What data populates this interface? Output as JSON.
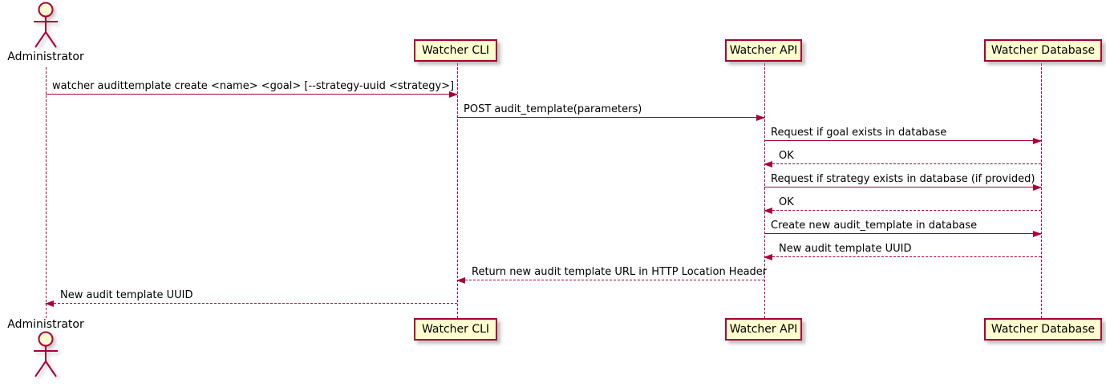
{
  "diagram": {
    "kind": "uml-sequence-diagram",
    "colors": {
      "participant_fill": "#FEFECE",
      "line_and_border": "#A80036",
      "text": "#000000"
    }
  },
  "actor": {
    "name": "Administrator"
  },
  "participants": [
    {
      "name": "Watcher CLI"
    },
    {
      "name": "Watcher API"
    },
    {
      "name": "Watcher Database"
    }
  ],
  "messages": [
    {
      "from": "Administrator",
      "to": "Watcher CLI",
      "style": "solid",
      "text": "watcher audittemplate create <name> <goal> [--strategy-uuid <strategy>]"
    },
    {
      "from": "Watcher CLI",
      "to": "Watcher API",
      "style": "solid",
      "text": "POST audit_template(parameters)"
    },
    {
      "from": "Watcher API",
      "to": "Watcher Database",
      "style": "solid",
      "text": "Request if goal exists in database"
    },
    {
      "from": "Watcher Database",
      "to": "Watcher API",
      "style": "dashed",
      "text": "OK"
    },
    {
      "from": "Watcher API",
      "to": "Watcher Database",
      "style": "solid",
      "text": "Request if strategy exists in database (if provided)"
    },
    {
      "from": "Watcher Database",
      "to": "Watcher API",
      "style": "dashed",
      "text": "OK"
    },
    {
      "from": "Watcher API",
      "to": "Watcher Database",
      "style": "solid",
      "text": "Create new audit_template in database"
    },
    {
      "from": "Watcher Database",
      "to": "Watcher API",
      "style": "dashed",
      "text": "New audit template UUID"
    },
    {
      "from": "Watcher API",
      "to": "Watcher CLI",
      "style": "dashed",
      "text": "Return new audit template URL in HTTP Location Header"
    },
    {
      "from": "Watcher CLI",
      "to": "Administrator",
      "style": "dashed",
      "text": "New audit template UUID"
    }
  ]
}
